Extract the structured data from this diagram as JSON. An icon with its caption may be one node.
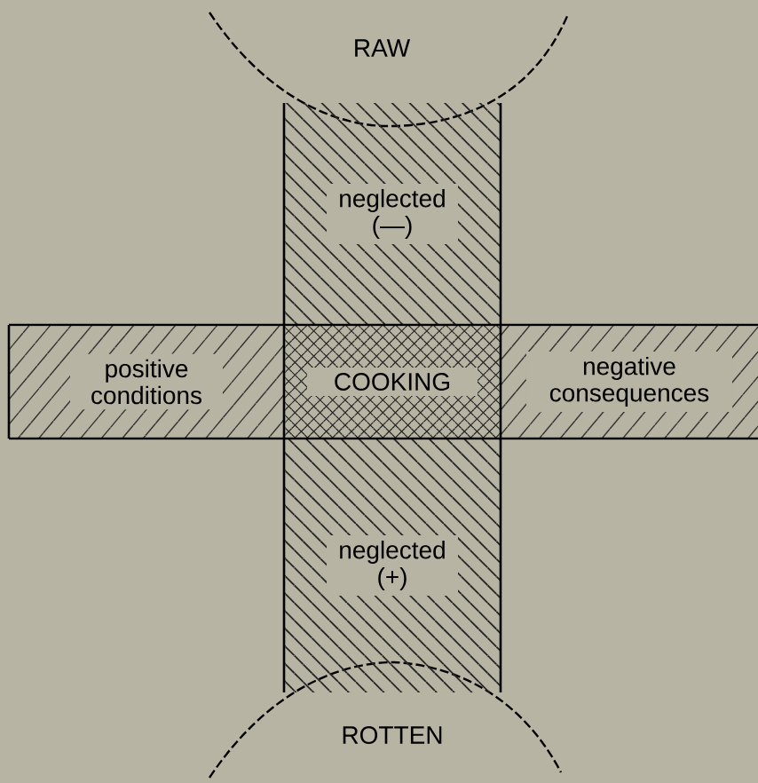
{
  "diagram": {
    "nodes": [
      {
        "text": [
          "neglected (—)"
        ]
      },
      {
        "text": [
          "positive conditions"
        ]
      },
      {
        "text": [
          "COOKING"
        ]
      },
      {
        "text": [
          "negative consequences"
        ]
      },
      {
        "text": [
          "neglected (+)"
        ]
      }
    ],
    "labels": [
      "RAW",
      "ROTTEN"
    ]
  }
}
